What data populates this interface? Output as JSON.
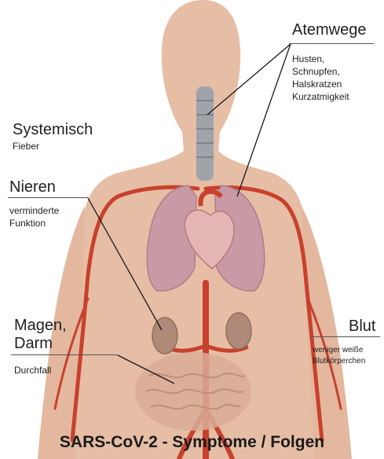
{
  "labels": {
    "atemwege": {
      "title": "Atemwege",
      "lines": [
        "Husten,",
        "Schnupfen,",
        "Halskratzen",
        "Kurzatmigkeit"
      ]
    },
    "systemisch": {
      "title": "Systemisch",
      "detail": "Fieber"
    },
    "nieren": {
      "title": "Nieren",
      "lines": [
        "verminderte",
        "Funktion"
      ]
    },
    "magen": {
      "title_lines": [
        "Magen,",
        "Darm"
      ],
      "detail": "Durchfall"
    },
    "blut": {
      "title": "Blut",
      "lines": [
        "weniger weiße",
        "Blutkörperchen"
      ]
    }
  },
  "caption": "SARS-CoV-2 - Symptome / Folgen",
  "colors": {
    "skin": "#e6bda5",
    "skin_shade": "#d9a88d",
    "vessel": "#c8412c",
    "lung": "#c79aa6",
    "organ": "#b08a78",
    "trachea": "#a0a4aa",
    "leader": "#1a1a1a"
  }
}
